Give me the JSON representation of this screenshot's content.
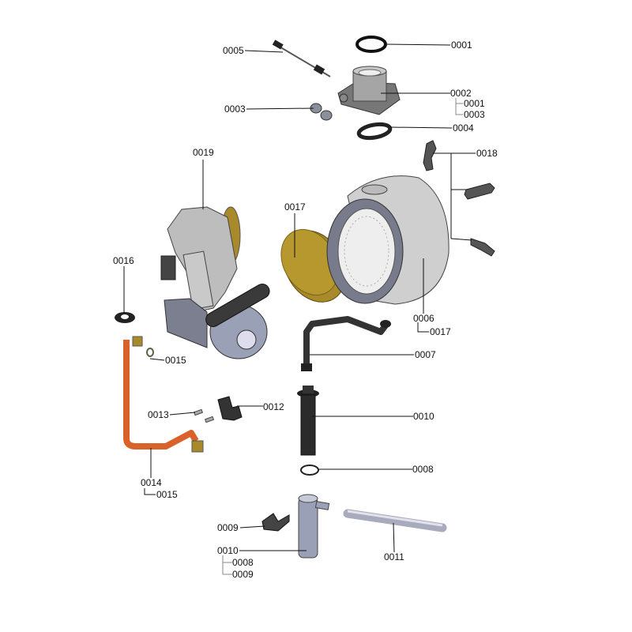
{
  "diagram": {
    "type": "exploded-parts-view",
    "colors": {
      "copper": "#d9622b",
      "brass": "#a88a2a",
      "dark": "#333333",
      "grey": "#bdbdbd",
      "blue_grey": "#9aa0b5"
    },
    "labels": {
      "p0001": "0001",
      "p0005": "0005",
      "p0002": "0002",
      "p0002_sub1": "0001",
      "p0002_sub2": "0003",
      "p0003": "0003",
      "p0004": "0004",
      "p0018": "0018",
      "p0019": "0019",
      "p0017": "0017",
      "p0016": "0016",
      "p0006": "0006",
      "p0006_sub1": "0017",
      "p0007": "0007",
      "p0015": "0015",
      "p0013": "0013",
      "p0012": "0012",
      "p0010": "0010",
      "p0014": "0014",
      "p0014_sub1": "0015",
      "p0008": "0008",
      "p0009": "0009",
      "p0010b": "0010",
      "p0010b_sub1": "0008",
      "p0010b_sub2": "0009",
      "p0011": "0011"
    }
  }
}
